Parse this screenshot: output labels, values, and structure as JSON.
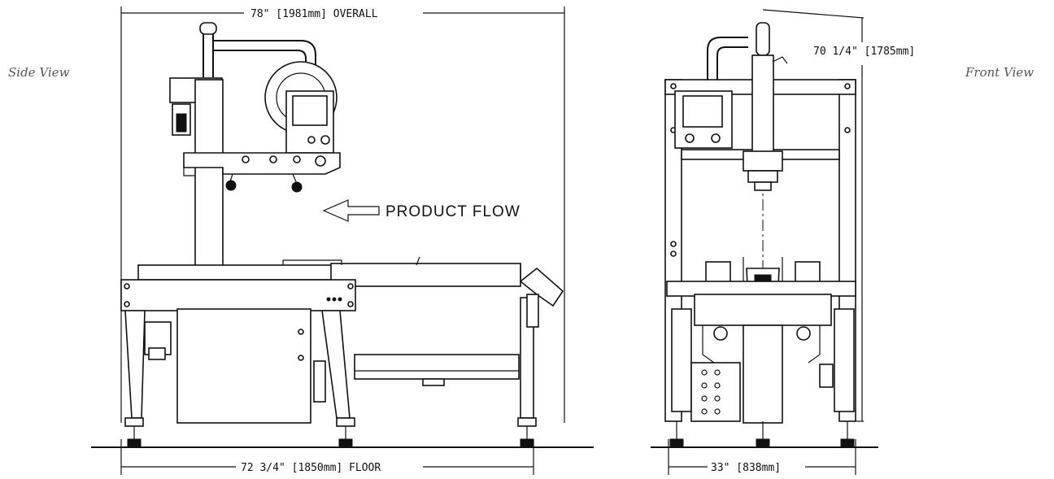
{
  "views": {
    "side_label": "Side View",
    "front_label": "Front View"
  },
  "dimensions": {
    "overall_length": "78\" [1981mm] OVERALL",
    "floor_length": "72 3/4\" [1850mm] FLOOR",
    "height": "70 1/4\" [1785mm]",
    "width": "33\" [838mm]"
  },
  "annotations": {
    "product_flow": "PRODUCT FLOW"
  }
}
